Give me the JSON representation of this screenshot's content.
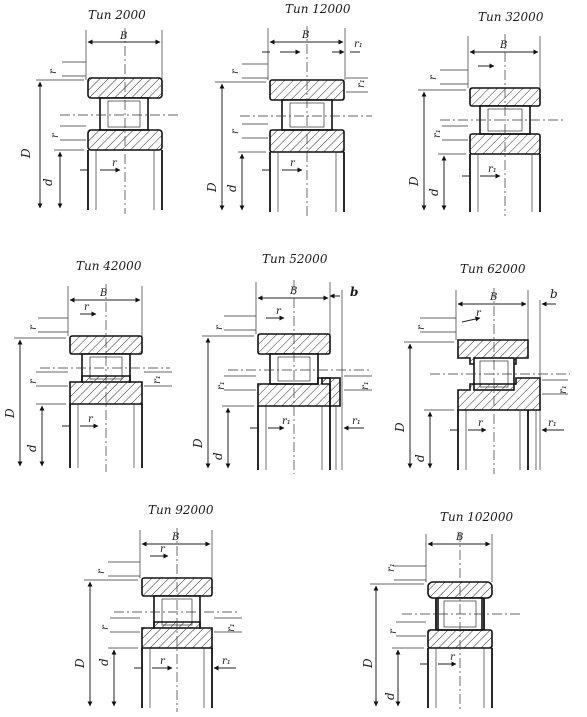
{
  "panels": [
    {
      "id": "p1",
      "title": "Тип 2000",
      "labels": {
        "B": "B",
        "D": "D",
        "d": "d",
        "r_top": "r",
        "r_mid": "r",
        "r_in": "r"
      }
    },
    {
      "id": "p2",
      "title": "Тип 12000",
      "labels": {
        "B": "B",
        "D": "D",
        "d": "d",
        "r_top": "r",
        "r_mid": "r",
        "r_in": "r",
        "r1_top": "r₁",
        "r1_side": "r₁"
      }
    },
    {
      "id": "p3",
      "title": "Тип 32000",
      "labels": {
        "B": "B",
        "D": "D",
        "d": "d",
        "r_top": "r",
        "r1_mid": "r₁",
        "r1_in": "r₁"
      }
    },
    {
      "id": "p4",
      "title": "Тип 42000",
      "labels": {
        "B": "B",
        "D": "D",
        "d": "d",
        "r_top": "r",
        "r_top2": "r",
        "r_mid": "r",
        "r1_side": "r₁",
        "r_in": "r"
      }
    },
    {
      "id": "p5",
      "title": "Тип 52000",
      "labels": {
        "B": "B",
        "b": "b",
        "D": "D",
        "d": "d",
        "r_top": "r",
        "r_top2": "r",
        "r1_mid": "r₁",
        "r1_side": "r₁",
        "r1_in": "r₁",
        "r1_in2": "r₁"
      }
    },
    {
      "id": "p6",
      "title": "Тип 62000",
      "labels": {
        "B": "B",
        "b": "b",
        "D": "D",
        "d": "d",
        "r_top": "r",
        "r_top2": "r",
        "r1_side": "r₁",
        "r_in": "r",
        "r1_in": "r₁"
      }
    },
    {
      "id": "p7",
      "title": "Тип 92000",
      "labels": {
        "B": "B",
        "D": "D",
        "d": "d",
        "r_top": "r",
        "r_top2": "r",
        "r_mid": "r",
        "r1_side": "r₁",
        "r_in": "r",
        "r1_in": "r₁"
      }
    },
    {
      "id": "p8",
      "title": "Тип 102000",
      "labels": {
        "B": "B",
        "D": "D",
        "d": "d",
        "r1_top": "r₁",
        "r_mid": "r",
        "r_in": "r"
      }
    }
  ]
}
